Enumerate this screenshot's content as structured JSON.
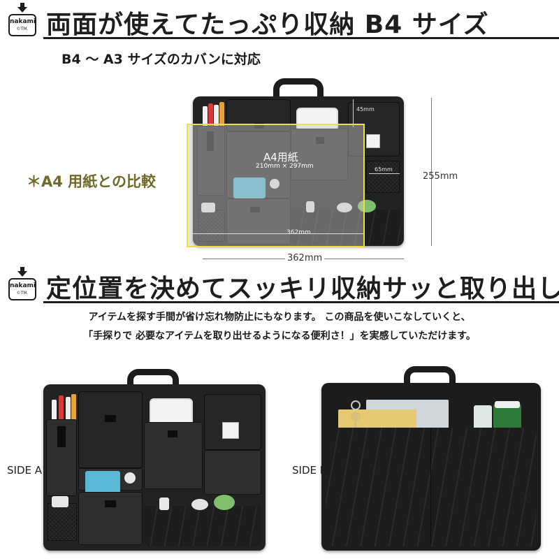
{
  "section1": {
    "logo": {
      "brand": "nakami",
      "mark": "©TM."
    },
    "title": "両面が使えてたっぷり収納 B4 サイズ",
    "subtitle": "B4 〜 A3 サイズのカバンに対応",
    "comparison_label": "＊A4 用紙との比較",
    "a4_label": "A4用紙",
    "a4_size": "210mm × 297mm",
    "dim_height": "255mm",
    "dim_width": "362mm",
    "dim_inner_width": "362mm",
    "dim_pocket_top": "45mm",
    "dim_pocket_side": "65mm"
  },
  "section2": {
    "logo": {
      "brand": "nakami",
      "mark": "©TM."
    },
    "title": "定位置を決めてスッキリ収納サッと取り出し",
    "desc_line1": "アイテムを探す手間が省け忘れ物防止にもなります。 この商品を使いこなしていくと、",
    "desc_line2": "「手探りで 必要なアイテムを取り出せるようになる便利さ！」を実感していただけます。",
    "side_a": "SIDE A",
    "side_b": "SIDE B"
  },
  "colors": {
    "text": "#1e1e1e",
    "comparison": "#6f6a2a",
    "a4_border": "#f0e03a",
    "bag": "#222222",
    "cube": "#59b9d6",
    "notebook": "#e7c873"
  },
  "icons": [
    "download-arrow-icon"
  ]
}
